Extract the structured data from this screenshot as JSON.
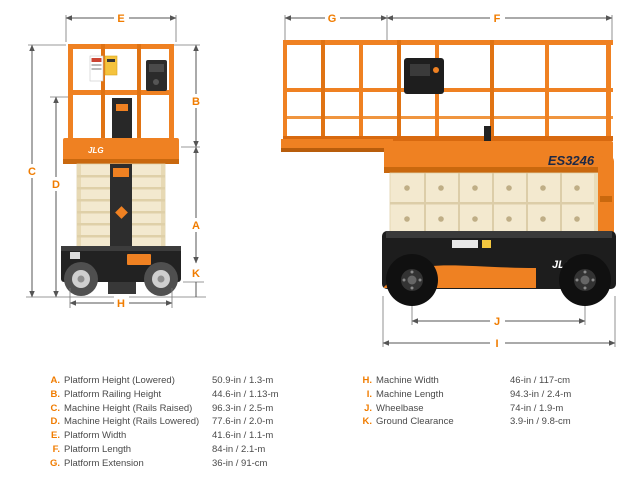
{
  "model_badge": "ES3246",
  "brand": "JLG",
  "dims": {
    "A": "A",
    "B": "B",
    "C": "C",
    "D": "D",
    "E": "E",
    "F": "F",
    "G": "G",
    "H": "H",
    "I": "I",
    "J": "J",
    "K": "K"
  },
  "specs": {
    "left": [
      {
        "letter": "A.",
        "name": "Platform Height (Lowered)",
        "value": "50.9-in / 1.3-m"
      },
      {
        "letter": "B.",
        "name": "Platform Railing Height",
        "value": "44.6-in / 1.13-m"
      },
      {
        "letter": "C.",
        "name": "Machine Height (Rails Raised)",
        "value": "96.3-in / 2.5-m"
      },
      {
        "letter": "D.",
        "name": "Machine Height (Rails Lowered)",
        "value": "77.6-in / 2.0-m"
      },
      {
        "letter": "E.",
        "name": "Platform Width",
        "value": "41.6-in / 1.1-m"
      },
      {
        "letter": "F.",
        "name": "Platform Length",
        "value": "84-in / 2.1-m"
      },
      {
        "letter": "G.",
        "name": "Platform Extension",
        "value": "36-in / 91-cm"
      }
    ],
    "right": [
      {
        "letter": "H.",
        "name": "Machine Width",
        "value": "46-in / 117-cm"
      },
      {
        "letter": "I.",
        "name": "Machine Length",
        "value": "94.3-in / 2.4-m"
      },
      {
        "letter": "J.",
        "name": "Wheelbase",
        "value": "74-in / 1.9-m"
      },
      {
        "letter": "K.",
        "name": "Ground Clearance",
        "value": "3.9-in / 9.8-cm"
      }
    ]
  },
  "colors": {
    "orange": "#ef8122",
    "orange_dark": "#c9680e",
    "chassis": "#1f1f1f",
    "cream": "#f3e9cf",
    "dim_label": "#f07c00",
    "dim_line": "#555555"
  }
}
